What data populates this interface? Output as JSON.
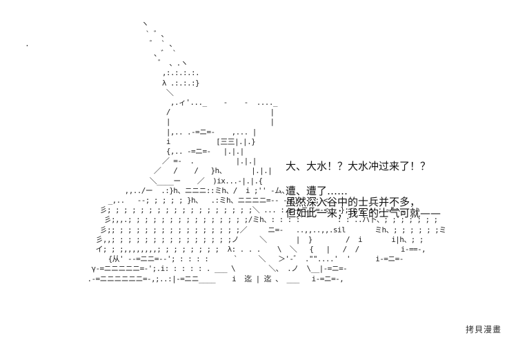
{
  "ascii_art": {
    "lines": [
      "",
      "",
      "                                  ヽ",
      "                                   ` ゛、",
      "      .                             ゛ ` 、",
      "                                     、゛ `",
      "                                      ゛ 、.ヽ",
      "                                       ,:.:.:.:.",
      "                                       λ .:.:.:}",
      "                                        ＼",
      "                                         ,.ィ'..._    -    -  ...._",
      "                                        /                        |",
      "                                        |                        |",
      "                                        |,.. .-=ニ=-    ,... |",
      "                                        i           [三三|.|.}",
      "                                        {,.. -=ニ=-   |.|.|",
      "                                       ／ =-  .          |.|.|",
      "                                     ／   /    /   }h、      |.|.|",
      "                                    ＼____ー    ／  )ix...-|.|.{",
      "                              ,,../ー  .:}h、ニニニ::ミh、/  i ;'' -ム、",
      "                          _,..   --; ; ; ; ; }h、  .:ミh、ニニニニ=-- -イ}; ; ; <",
      "                        彡; ; ; ; ; ; ; ; ; ; ; ; ; ; ; ; ; ;＼ ... : ≧-=ニニ=-<   }; ; ; ; ; ~\"ヽ、",
      "                         彡;,,.; ; ; ; ; ; ; ; ; ; ; ; ; ; ;/ミh、: : : :         : : ..ハ卜、; ; ; ; ; ; ;",
      "                        彡;; ; ; ; ; ; ; ; ; ; ; ; ; ; ; ;／     ニ=-   ..,,..,,.sil       ミh、; ; ; ; ; ;ミ",
      "                       彡,,; ; ; ; ; ; ; ; ; ; ; ; ; ; ;ノ     ＼       |  }        /  i       i|h、; ;",
      "                       イ; ; ;,,,,,,,,; ; ; ; ; ; ; ;  λ: . . .    \\  ＼   {   |   /  /          i-==-,",
      "                          {从' --=ニニ=--'; : : : :      `     ＼   ＞'-゛ .\"\"....'  '      i-=ニ=-",
      "                      γ-=ニニニニニ=-';.i: : : : : . ___ \\        ＼、 .ノ  \\__|-=ニ=-",
      "                     .-=ニニニニニニ=-,;..:|-=ニニ____    i  迄 | 迄 、 ___   i-=ニ=-,"
    ]
  },
  "dialogue": {
    "line1": "大、大水！？大水冲过来了！？",
    "line2": "遭、遭了……",
    "line3": "虽然深入谷中的士兵并不多，",
    "line4": "但如此一来；我军的士气可就——"
  },
  "watermark": {
    "text": "拷貝漫畫"
  }
}
